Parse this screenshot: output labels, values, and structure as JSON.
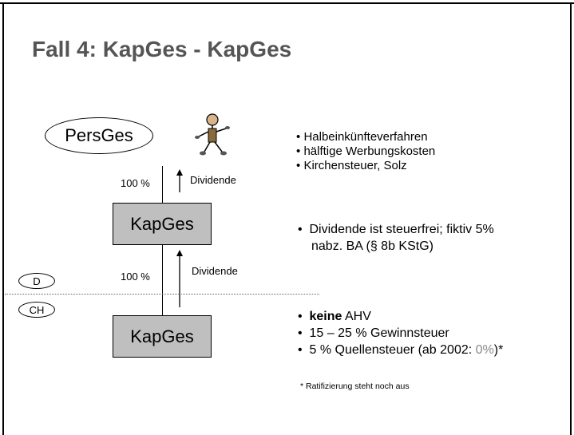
{
  "slide": {
    "title": "Fall 4:  KapGes - KapGes"
  },
  "diagram": {
    "top_entity": "PersGes",
    "middle_entity": "KapGes",
    "bottom_entity": "KapGes",
    "upper_share": "100 %",
    "lower_share": "100 %",
    "upper_flow": "Dividende",
    "lower_flow": "Dividende",
    "country_upper": "D",
    "country_lower": "CH",
    "person_icon": "person-figure-icon"
  },
  "notes": {
    "top_bullets": [
      "Halbeinkünfteverfahren",
      "hälftige Werbungskosten",
      "Kirchensteuer, Solz"
    ],
    "middle_bullet_line1": "Dividende ist steuerfrei; fiktiv 5%",
    "middle_bullet_line2": "nabz. BA (§ 8b KStG)",
    "bottom_bullet1_bold": "keine",
    "bottom_bullet1_rest": " AHV",
    "bottom_bullet2": "15 – 25 % Gewinnsteuer",
    "bottom_bullet3_main": "5 % Quellensteuer (ab 2002: ",
    "bottom_bullet3_gray": "0%",
    "bottom_bullet3_end": ")*",
    "footnote": "*  Ratifizierung steht noch aus",
    "bullet_char": "•"
  }
}
